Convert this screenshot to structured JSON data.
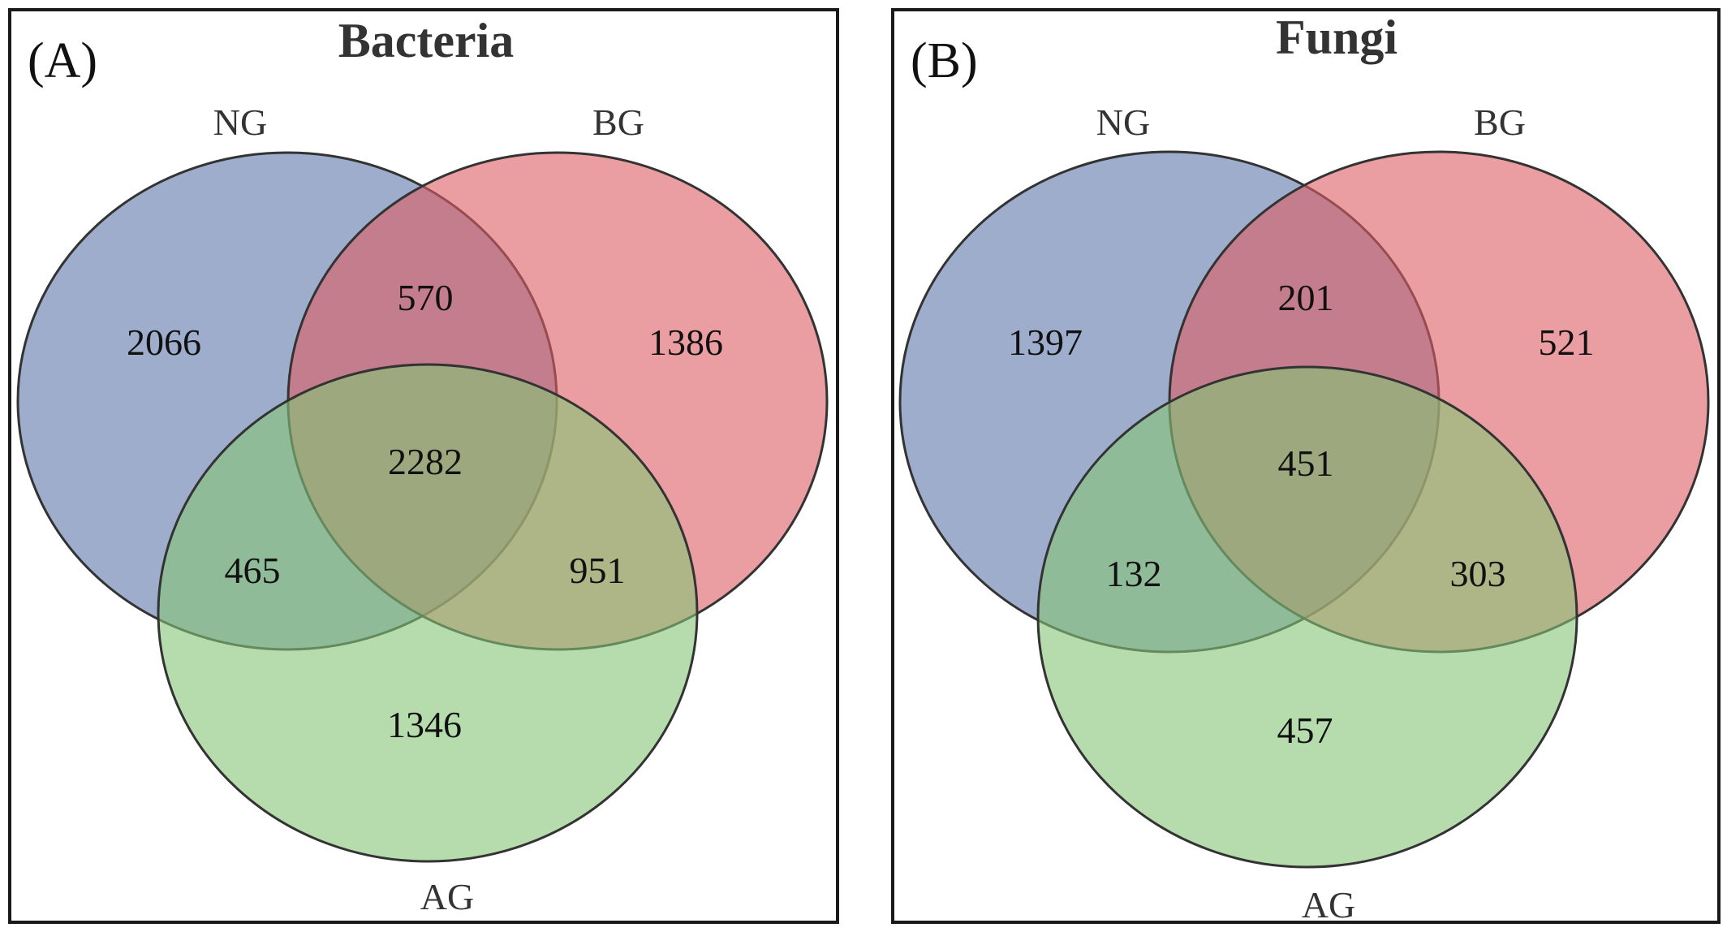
{
  "colors": {
    "NG": "#5b77a8",
    "BG": "#de5d63",
    "AG": "#86c577"
  },
  "panels": [
    {
      "letter": "(A)",
      "title": "Bacteria",
      "set_labels": {
        "NG": "NG",
        "BG": "BG",
        "AG": "AG"
      },
      "counts": {
        "NG_only": "2066",
        "BG_only": "1386",
        "AG_only": "1346",
        "NG_BG": "570",
        "NG_AG": "465",
        "BG_AG": "951",
        "all": "2282"
      }
    },
    {
      "letter": "(B)",
      "title": "Fungi",
      "set_labels": {
        "NG": "NG",
        "BG": "BG",
        "AG": "AG"
      },
      "counts": {
        "NG_only": "1397",
        "BG_only": "521",
        "AG_only": "457",
        "NG_BG": "201",
        "NG_AG": "132",
        "BG_AG": "303",
        "all": "451"
      }
    }
  ]
}
